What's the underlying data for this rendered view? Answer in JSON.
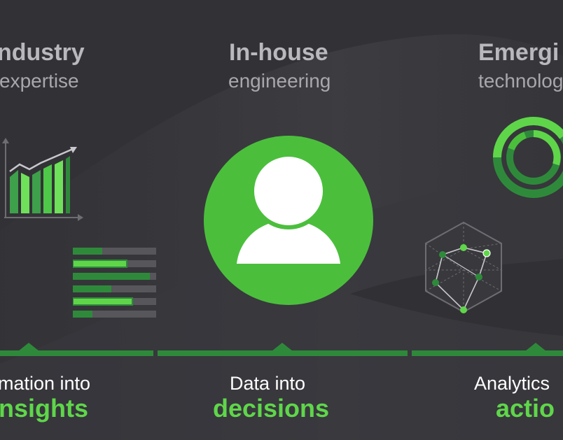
{
  "columns": [
    {
      "title": "ndustry",
      "subtitle": "expertise",
      "caption_top": "mation into",
      "caption_bottom": "nsights"
    },
    {
      "title": "In-house",
      "subtitle": "engineering",
      "caption_top": "Data into",
      "caption_bottom": "decisions"
    },
    {
      "title": "Emergi",
      "subtitle": "technolog",
      "caption_top": "Analytics",
      "caption_bottom": "actio"
    }
  ],
  "colors": {
    "background": "#323236",
    "accent_green": "#4bbf3c",
    "bright_green": "#5fd64a",
    "dark_green": "#2e8a3a",
    "title_gray": "#b9b9bd"
  },
  "icons": [
    "bar-chart-icon",
    "progress-bars-icon",
    "person-avatar-icon",
    "donut-rings-icon",
    "hexagon-network-icon"
  ]
}
